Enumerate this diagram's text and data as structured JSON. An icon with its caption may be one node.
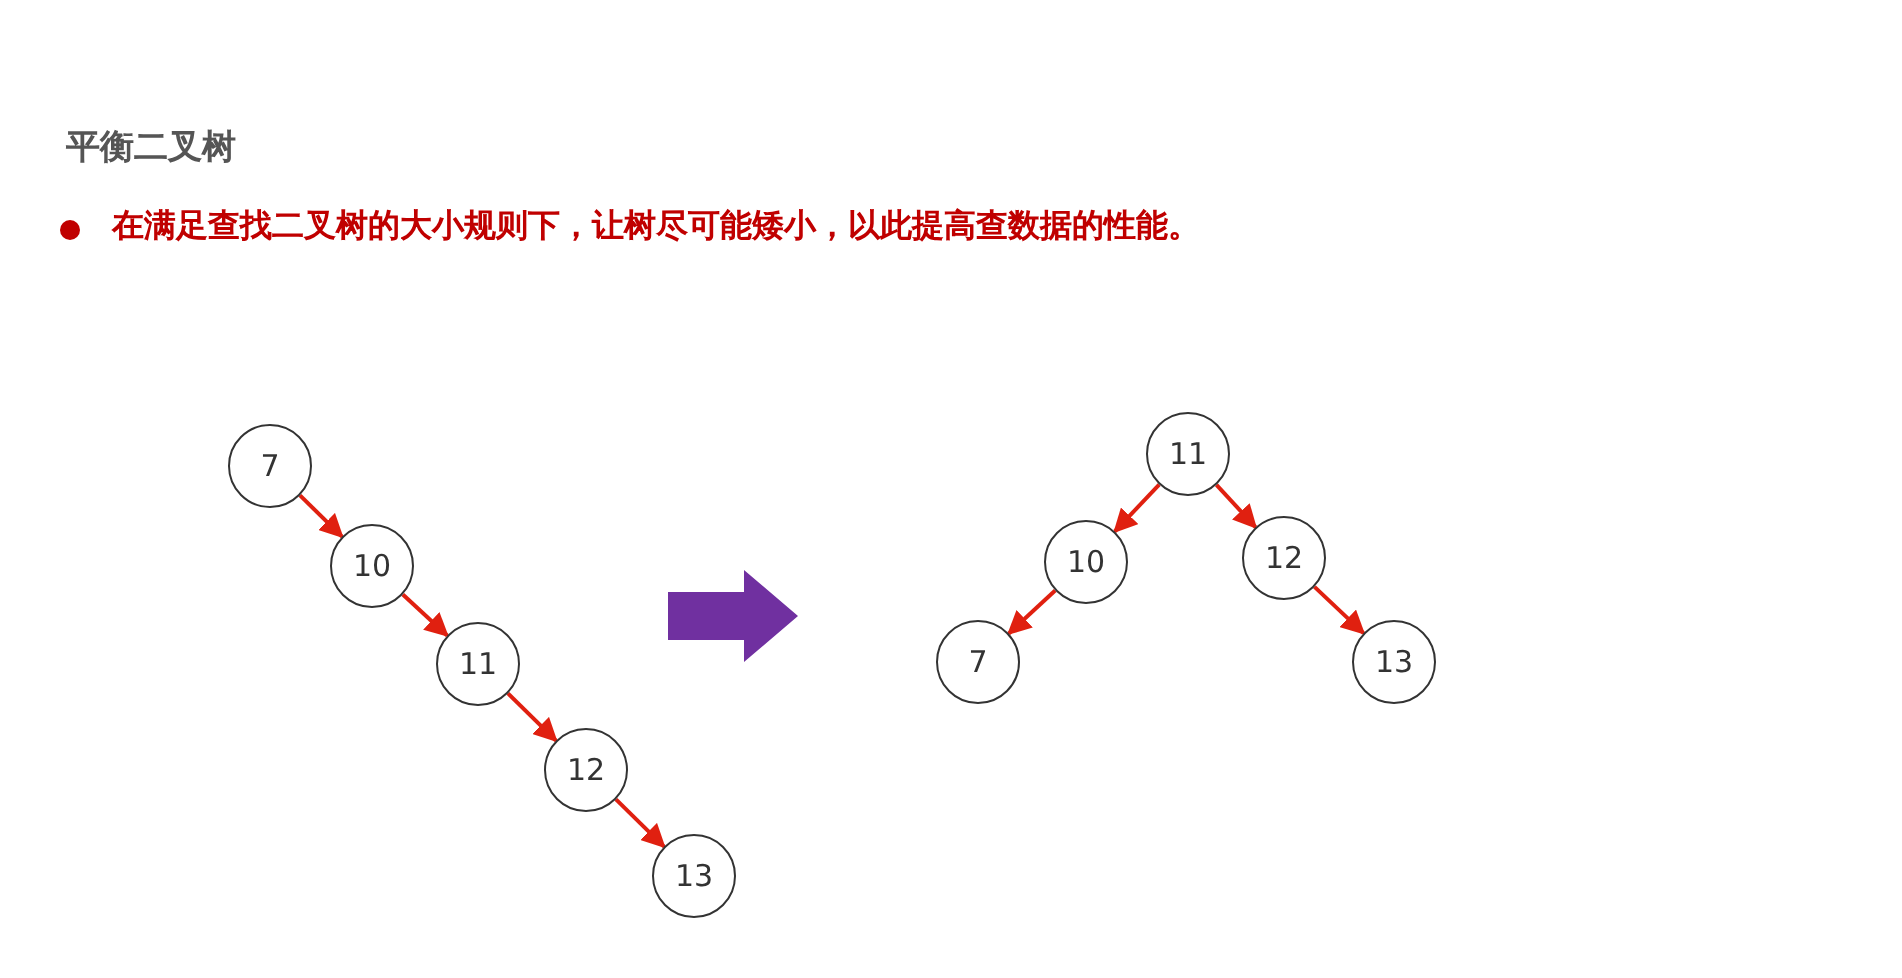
{
  "diagram": {
    "title": "平衡二叉树",
    "nodes": [
      {
        "text": [
          "7"
        ]
      },
      {
        "text": [
          "10"
        ]
      },
      {
        "text": [
          "11"
        ]
      },
      {
        "text": [
          "12"
        ]
      },
      {
        "text": [
          "13"
        ]
      },
      {
        "text": [
          "11"
        ]
      },
      {
        "text": [
          "10"
        ]
      },
      {
        "text": [
          "12"
        ]
      },
      {
        "text": [
          "7"
        ]
      },
      {
        "text": [
          "13"
        ]
      }
    ],
    "edges": [
      {
        "from": 0,
        "to": 1,
        "arrow": "to"
      },
      {
        "from": 1,
        "to": 2,
        "arrow": "to"
      },
      {
        "from": 2,
        "to": 3,
        "arrow": "to"
      },
      {
        "from": 3,
        "to": 4,
        "arrow": "to"
      },
      {
        "from": 5,
        "to": 6,
        "arrow": "to"
      },
      {
        "from": 5,
        "to": 7,
        "arrow": "to"
      },
      {
        "from": 6,
        "to": 8,
        "arrow": "to"
      },
      {
        "from": 7,
        "to": 9,
        "arrow": "to"
      }
    ],
    "labels": [
      "在满足查找二叉树的大小规则下，让树尽可能矮小，以此提高查数据的性能。"
    ]
  }
}
